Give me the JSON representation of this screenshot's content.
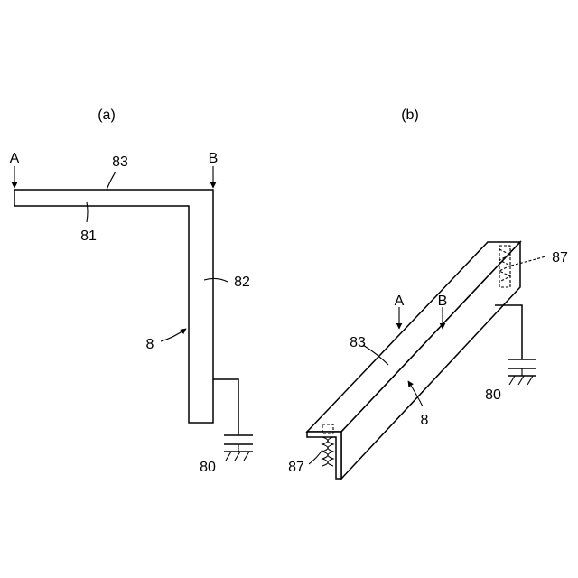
{
  "panel_a": {
    "caption": "(a)",
    "label_A": "A",
    "label_B": "B",
    "label_83": "83",
    "label_81": "81",
    "label_82": "82",
    "label_8": "8",
    "label_80": "80"
  },
  "panel_b": {
    "caption": "(b)",
    "label_A": "A",
    "label_B": "B",
    "label_83": "83",
    "label_8": "8",
    "label_80": "80",
    "label_87_top": "87",
    "label_87_bottom": "87"
  }
}
